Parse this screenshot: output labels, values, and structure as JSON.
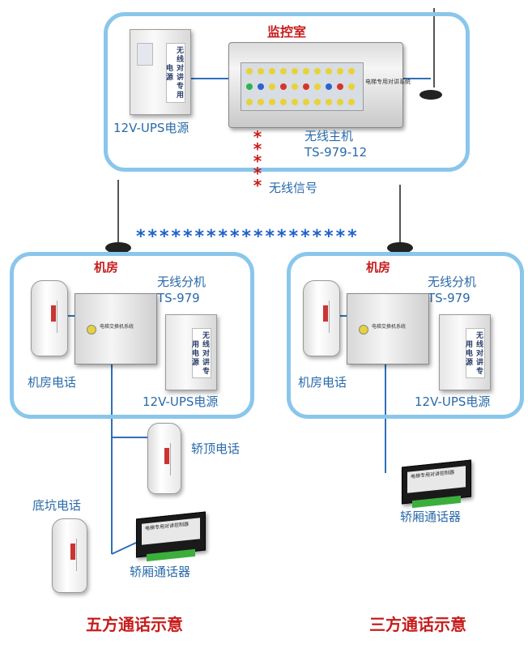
{
  "labels": {
    "monitor_room": "监控室",
    "ups_top": "12V-UPS电源",
    "host_name": "无线主机",
    "host_model": "TS-979-12",
    "wireless_signal": "无线信号",
    "machine_room_left": "机房",
    "machine_room_right": "机房",
    "slave_left_name": "无线分机",
    "slave_left_model": "TS-979",
    "slave_right_name": "无线分机",
    "slave_right_model": "TS-979",
    "phone_left": "机房电话",
    "phone_right": "机房电话",
    "ups_left": "12V-UPS电源",
    "ups_right": "12V-UPS电源",
    "car_top_phone": "轿顶电话",
    "pit_phone": "底坑电话",
    "car_intercom_left": "轿厢通话器",
    "car_intercom_right": "轿厢通话器",
    "title_five": "五方通话示意",
    "title_three": "三方通话示意"
  },
  "device_text": {
    "ups_strip": "无线对讲专用电源",
    "host_panel": "电梯专用对讲系统",
    "slave_panel": "电梯交换机系统",
    "intercom_panel": "电梯专用对讲控制器"
  },
  "signals": {
    "vertical_stars": "*****",
    "horizontal_stars": "*******************"
  },
  "colors": {
    "frame": "#8ac6ec",
    "label_blue": "#2a6aa8",
    "star_red": "#c81c1c",
    "star_blue": "#1e62c8",
    "wire": "#2f6fb7"
  }
}
